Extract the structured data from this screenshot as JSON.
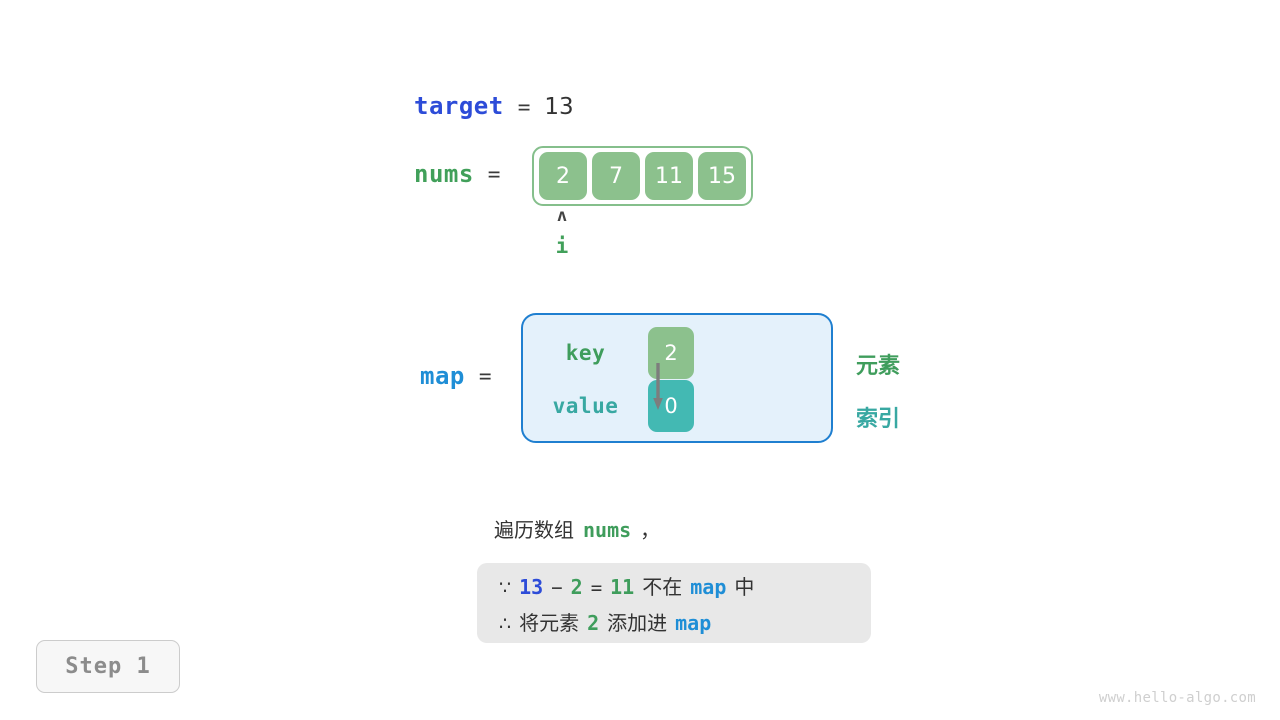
{
  "target": {
    "label": "target",
    "equals": "=",
    "value": "13"
  },
  "nums": {
    "label": "nums",
    "equals": "=",
    "cells": [
      "2",
      "7",
      "11",
      "15"
    ]
  },
  "pointer": {
    "caret": "ʌ",
    "label": "i"
  },
  "map": {
    "label": "map",
    "equals": "=",
    "key_label": "key",
    "value_label": "value",
    "key_cell": "2",
    "value_cell": "0",
    "arrow_icon": "down-arrow-icon"
  },
  "annotations": {
    "element": "元素",
    "index": "索引"
  },
  "explanation": {
    "heading_prefix": "遍历数组",
    "heading_var": "nums",
    "heading_suffix": "，",
    "line1": {
      "because_symbol": "∵",
      "target_value": "13",
      "minus": "−",
      "num_value": "2",
      "equals": "=",
      "result": "11",
      "not_in": "不在",
      "map_word": "map",
      "in_suffix": "中"
    },
    "line2": {
      "therefore_symbol": "∴",
      "add_element": "将元素",
      "element_value": "2",
      "add_into": "添加进",
      "map_word": "map"
    }
  },
  "step_badge": "Step 1",
  "watermark": "www.hello-algo.com",
  "colors": {
    "target_blue": "#2d4cd8",
    "map_blue": "#1f8ed6",
    "nums_green": "#41a05a",
    "cell_green": "#8cc18d",
    "cell_teal": "#43b9b3",
    "map_fill": "#e4f1fb",
    "map_border": "#1f7fd0",
    "explain_bg": "#e8e8e8",
    "arrow_gray": "#7d7d7d"
  }
}
